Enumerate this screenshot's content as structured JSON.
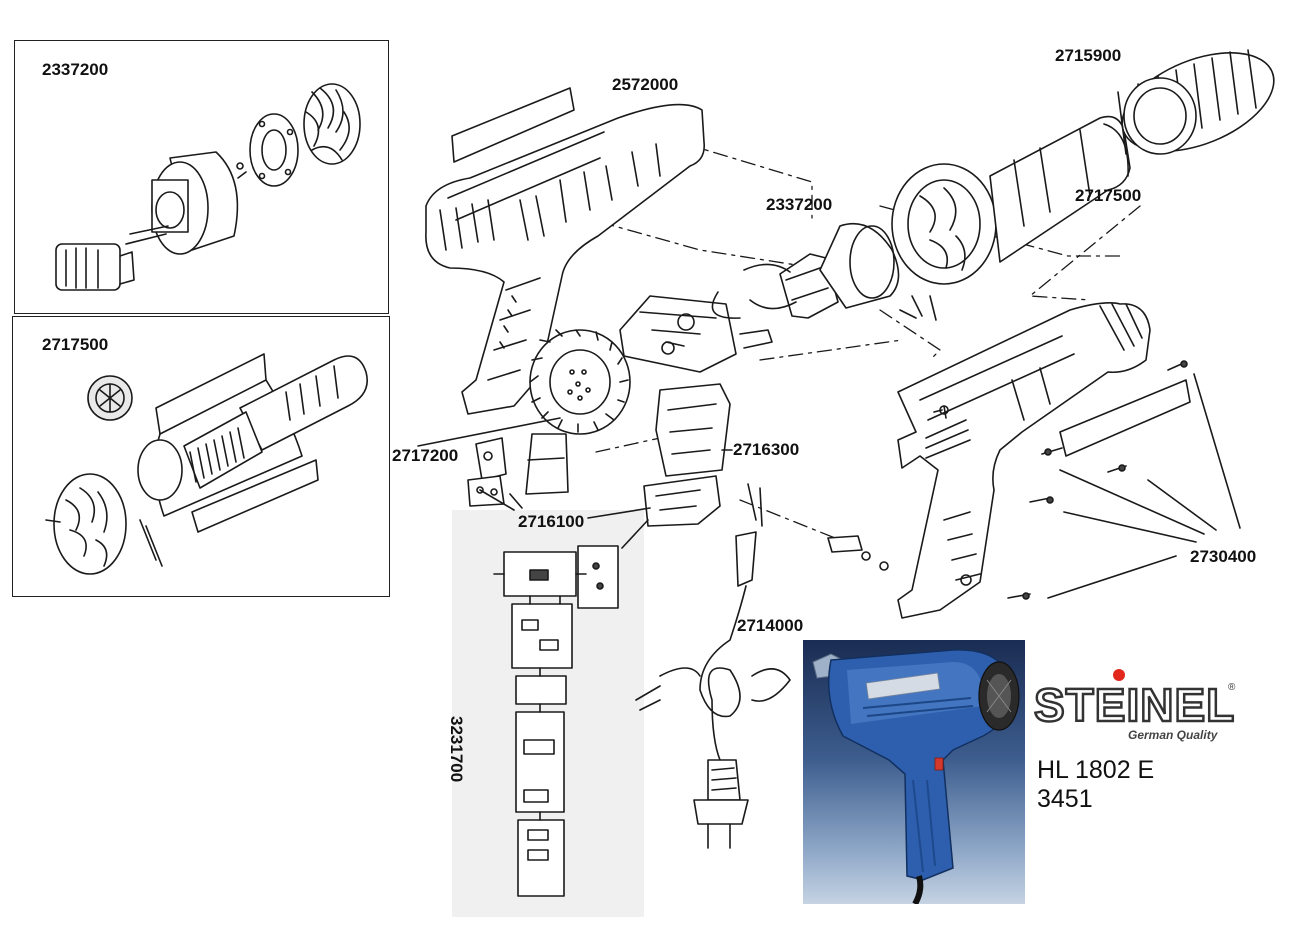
{
  "labels": {
    "inset1_part": "2337200",
    "inset2_part": "2717500",
    "housing_top": "2572000",
    "nozzle": "2715900",
    "heater": "2717500",
    "motor": "2337200",
    "fan": "2717200",
    "switch": "2716300",
    "switch_cover": "2716100",
    "screws": "2730400",
    "cord": "2714000",
    "circuit_board": "3231700"
  },
  "brand": {
    "name": "STEINEL",
    "registered": "®",
    "tagline": "German Quality"
  },
  "product": {
    "model": "HL 1802 E",
    "number": "3451",
    "photo_label": "HL 1802 E"
  },
  "colors": {
    "photo_bg": "#2a4470",
    "tool_blue": "#2d5fae",
    "logo_dot": "#e2271c"
  }
}
